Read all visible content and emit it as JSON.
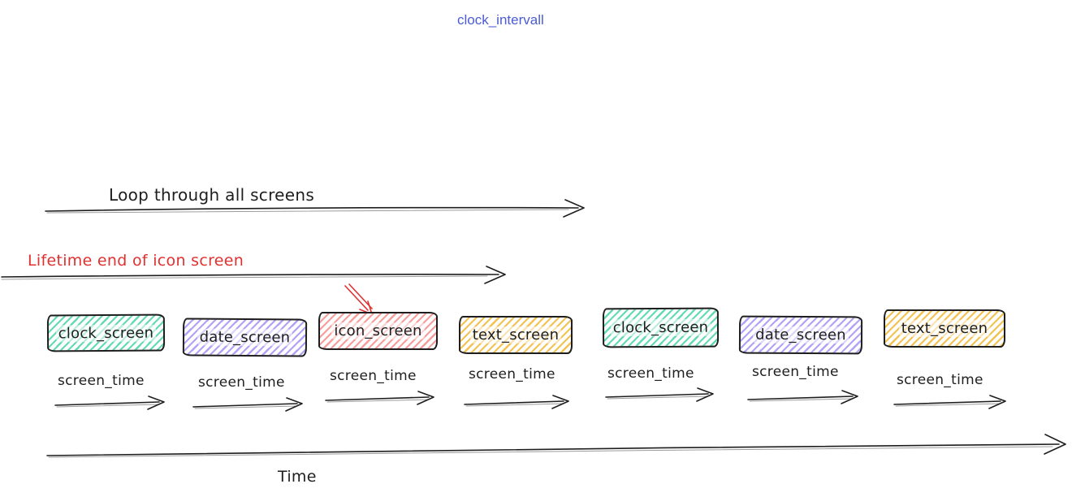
{
  "title": "clock_intervall",
  "labels": {
    "loop_arrow": "Loop through all screens",
    "lifetime_arrow": "Lifetime end of icon screen",
    "screen_time": "screen_time",
    "time_axis": "Time"
  },
  "colors": {
    "title_blue": "#4a5bd4",
    "ink": "#1e1e1e",
    "red_annotation": "#e03131",
    "green_fill": "#63dbb2",
    "purple_fill": "#b3a1f7",
    "red_fill": "#f89c9c",
    "yellow_fill": "#f4c250"
  },
  "screens": [
    {
      "label": "clock_screen",
      "color": "green"
    },
    {
      "label": "date_screen",
      "color": "purple"
    },
    {
      "label": "icon_screen",
      "color": "red"
    },
    {
      "label": "text_screen",
      "color": "yellow"
    },
    {
      "label": "clock_screen",
      "color": "green"
    },
    {
      "label": "date_screen",
      "color": "purple"
    },
    {
      "label": "text_screen",
      "color": "yellow"
    }
  ]
}
